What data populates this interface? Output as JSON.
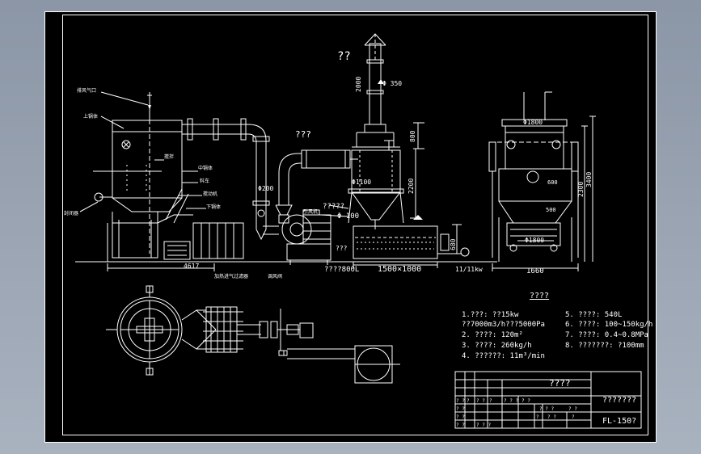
{
  "labels": {
    "top_q": "??",
    "dim_2000": "2000",
    "dim_350": "Φ 350",
    "fan_q": "???",
    "dim_800": "800",
    "dim_1100": "Φ1100",
    "dim_2200": "2200",
    "q5": "?????",
    "dim_100": "Φ 100",
    "dim_680": "680",
    "q3": "???",
    "q_800l": "????800L",
    "dim_1500": "1500×1000",
    "dim_motor": "11/11kw",
    "dim_1800": "Φ1800",
    "dim_2300": "2300",
    "dim_3400": "3400",
    "dim_600": "600",
    "dim_500": "500",
    "dim_1660": "1660",
    "dim_4617": "4617",
    "dim_200": "Φ200",
    "cn_vent": "排风气口",
    "cn_upper": "上锅体",
    "cn_a": "搅拌",
    "cn_b": "中锅体",
    "cn_c": "料车",
    "cn_d": "搅动机",
    "cn_e": "下锅体",
    "cn_f": "封闭器",
    "cn_g": "加热进气过滤器",
    "cn_h": "调风阀",
    "cn_i": "引风机"
  },
  "specs": {
    "title": "????",
    "items": [
      "1.???: ??15kw",
      "  ??7000m3/h???5000Pa",
      "2. ????: 120m²",
      "3. ????: 260kg/h",
      "4. ??????: 11m³/min",
      "5. ????: 540L",
      "6. ????: 100~150kg/h",
      "7. ????: 0.4~0.8MPa",
      "8. ???????: ?100mm"
    ]
  },
  "title_block": {
    "name": "????",
    "company": "???????",
    "drawing_no": "FL-150?",
    "row1": [
      "? ?",
      "?",
      "? ?",
      "?",
      "? ? ?",
      "? ?"
    ],
    "row2": [
      "? ?",
      "? ? ?",
      "? ?"
    ],
    "row3": [
      "? ?",
      "?",
      "? ?",
      "?"
    ],
    "row4": [
      "? ?",
      "? ? ?"
    ]
  },
  "colors": {
    "frame": "#ffffff",
    "background": "#000000",
    "window": "#95a0ae"
  }
}
